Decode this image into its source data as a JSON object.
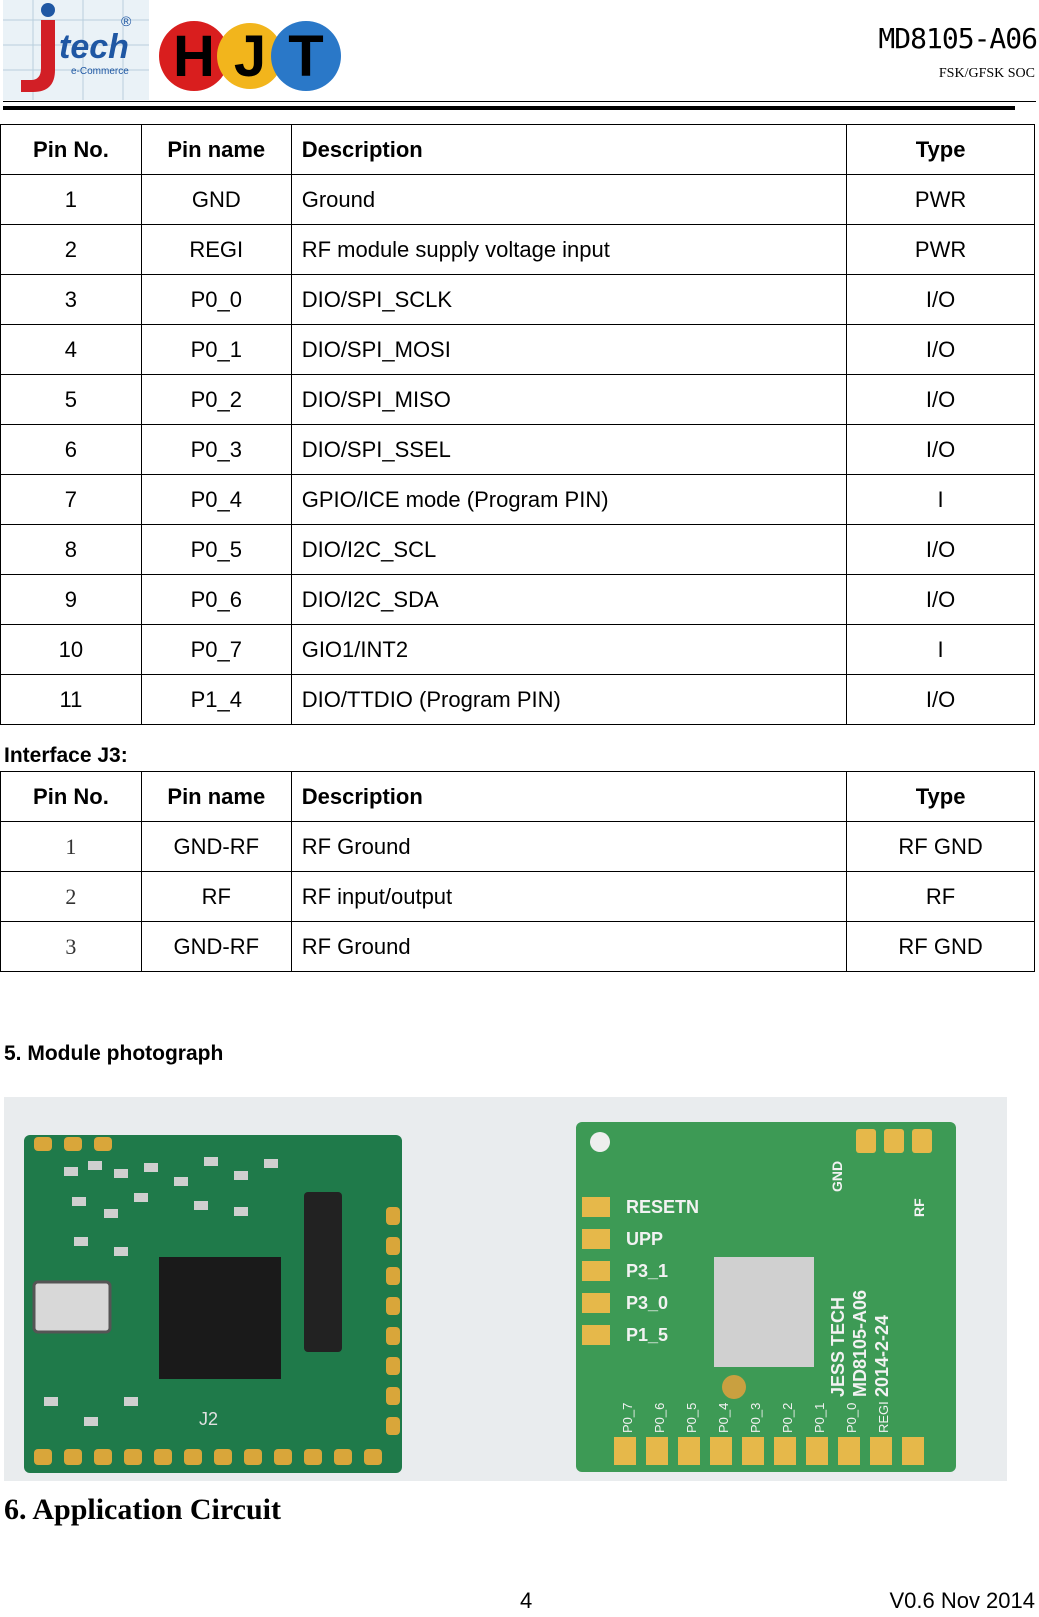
{
  "header": {
    "logo1_text": "tech",
    "logo1_sub": "e-Commerce",
    "logo1_reg": "®",
    "logo2_text": [
      "H",
      "J",
      "T"
    ],
    "model": "MD8105-A06",
    "subtitle": "FSK/GFSK SOC"
  },
  "table1": {
    "headers": [
      "Pin No.",
      "Pin name",
      "Description",
      "Type"
    ],
    "rows": [
      [
        "1",
        "GND",
        "Ground",
        "PWR"
      ],
      [
        "2",
        "REGI",
        "RF module supply voltage input",
        "PWR"
      ],
      [
        "3",
        "P0_0",
        "DIO/SPI_SCLK",
        "I/O"
      ],
      [
        "4",
        "P0_1",
        "DIO/SPI_MOSI",
        "I/O"
      ],
      [
        "5",
        "P0_2",
        "DIO/SPI_MISO",
        "I/O"
      ],
      [
        "6",
        "P0_3",
        "DIO/SPI_SSEL",
        "I/O"
      ],
      [
        "7",
        "P0_4",
        "GPIO/ICE mode (Program PIN)",
        "I"
      ],
      [
        "8",
        "P0_5",
        "DIO/I2C_SCL",
        "I/O"
      ],
      [
        "9",
        "P0_6",
        "DIO/I2C_SDA",
        "I/O"
      ],
      [
        "10",
        "P0_7",
        "GIO1/INT2",
        "I"
      ],
      [
        "11",
        "P1_4",
        "DIO/TTDIO (Program PIN)",
        "I/O"
      ]
    ]
  },
  "interface_label": "Interface J3:",
  "table2": {
    "headers": [
      "Pin No.",
      "Pin name",
      "Description",
      "Type"
    ],
    "rows": [
      [
        "1",
        "GND-RF",
        "RF Ground",
        "RF GND"
      ],
      [
        "2",
        "RF",
        "RF input/output",
        "RF"
      ],
      [
        "3",
        "GND-RF",
        "RF Ground",
        "RF GND"
      ]
    ]
  },
  "section5_title": "5. Module photograph",
  "photo": {
    "right_silk": [
      "RESETN",
      "UPP",
      "P3_1",
      "P3_0",
      "P1_5"
    ],
    "right_vertical": [
      "JESS TECH",
      "MD8105-A06",
      "2014-2-24"
    ],
    "bottom_labels": [
      "P0_7",
      "P0_6",
      "P0_5",
      "P0_4",
      "P0_3",
      "P0_2",
      "P0_1",
      "P0_0",
      "REGI"
    ],
    "gnd_label": "GND",
    "rf_label": "RF",
    "j2_label": "J2"
  },
  "section6_title": "6. Application Circuit",
  "footer": {
    "page": "4",
    "version": "V0.6 Nov 2014"
  }
}
